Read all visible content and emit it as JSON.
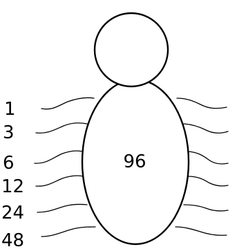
{
  "diagram": {
    "body_value": "96",
    "leg_labels": [
      "1",
      "3",
      "6",
      "12",
      "24",
      "48"
    ],
    "stroke_color": "#000000",
    "background_color": "#ffffff"
  }
}
